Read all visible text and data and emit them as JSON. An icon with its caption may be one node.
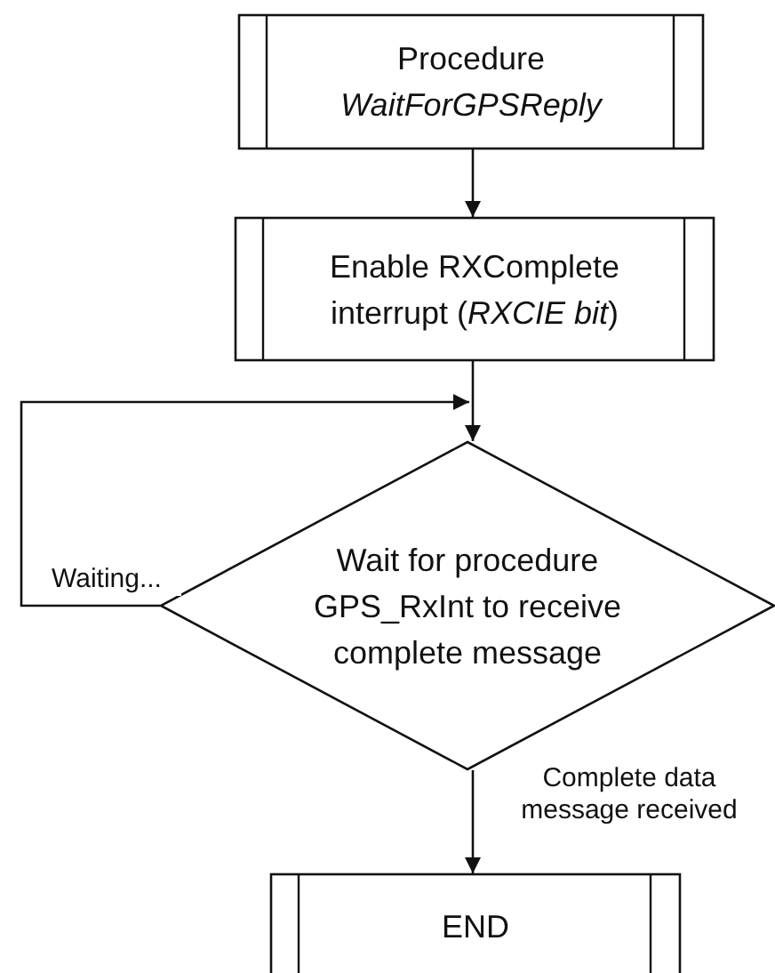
{
  "diagram": {
    "nodes": [
      {
        "text": [
          "Procedure *WaitForGPSReply*"
        ]
      },
      {
        "text": [
          "Enable RXComplete interrupt (*RXCIE bit*)"
        ]
      },
      {
        "text": [
          "Wait for procedure GPS_RxInt to receive complete message"
        ]
      },
      {
        "text": [
          "END"
        ]
      }
    ],
    "edges": [
      {
        "from": 0,
        "to": 1,
        "arrow": "to"
      },
      {
        "from": 1,
        "to": 2,
        "arrow": "to"
      },
      {
        "from": 2,
        "to": 2,
        "label": "Waiting...",
        "arrow": "to"
      },
      {
        "from": 2,
        "to": 3,
        "label": "Complete data message received",
        "arrow": "to"
      }
    ]
  }
}
